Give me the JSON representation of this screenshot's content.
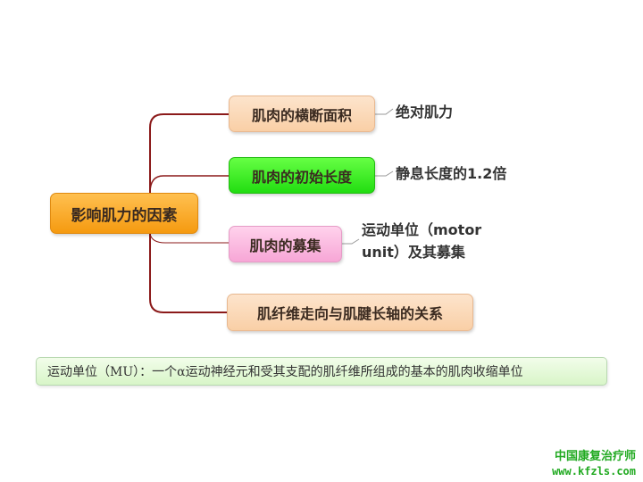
{
  "central": "影响肌力的因素",
  "branches": [
    {
      "label": "肌肉的横断面积",
      "detail": "绝对肌力"
    },
    {
      "label": "肌肉的初始长度",
      "detail": "静息长度的1.2倍"
    },
    {
      "label": "肌肉的募集",
      "detail_line1": "运动单位（motor",
      "detail_line2": "unit）及其募集"
    },
    {
      "label": "肌纤维走向与肌腱长轴的关系"
    }
  ],
  "note": "运动单位（MU）：一个α运动神经元和受其支配的肌纤维所组成的基本的肌肉收缩单位",
  "watermark": {
    "name": "中国康复治疗师",
    "url": "www.kfzls.com"
  },
  "colors": {
    "central": "#f5a020",
    "peach": "#f9cfa6",
    "green": "#33ee22",
    "pink": "#f7a6d6",
    "connector": "#8b1a1a"
  }
}
